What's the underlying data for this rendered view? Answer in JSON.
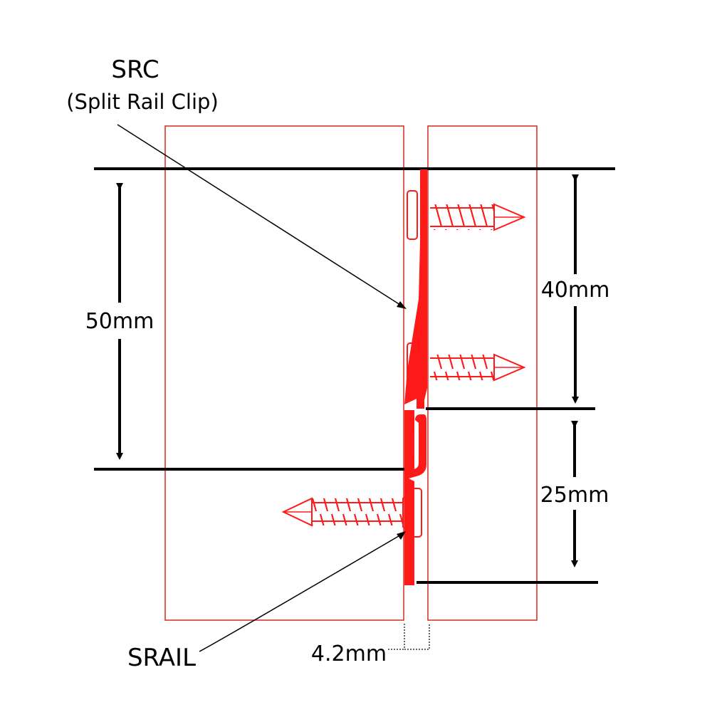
{
  "labels": {
    "src_title": "SRC",
    "src_subtitle": "(Split Rail Clip)",
    "srail": "SRAIL",
    "dim_50": "50mm",
    "dim_40": "40mm",
    "dim_25": "25mm",
    "dim_gap": "4.2mm"
  },
  "colors": {
    "board_outline": "#d9332b",
    "hardware": "#ff1a1a",
    "dimension": "#000000"
  }
}
